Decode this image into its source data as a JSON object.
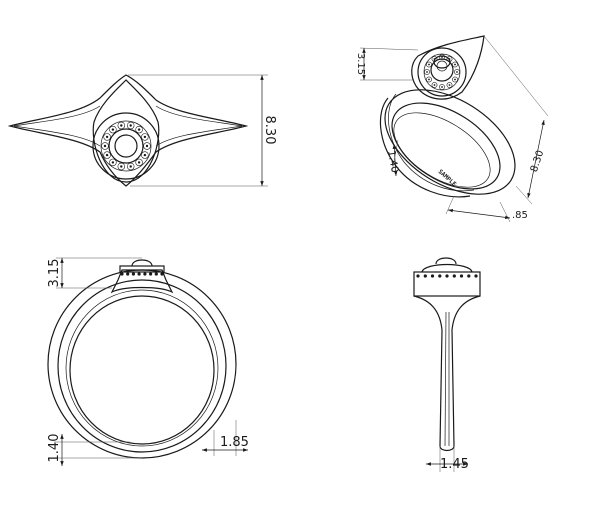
{
  "views": {
    "top": {
      "dim_height": "8.30"
    },
    "iso": {
      "dim_top": "3.15",
      "dim_side": "8.30",
      "dim_band": "1.40",
      "dim_bottom": ".85",
      "engraving": "SAMPLE"
    },
    "front": {
      "dim_top": "3.15",
      "dim_bottom_left": "1.40",
      "dim_bottom_right": "1.85"
    },
    "side": {
      "dim_bottom": "1.45"
    }
  }
}
